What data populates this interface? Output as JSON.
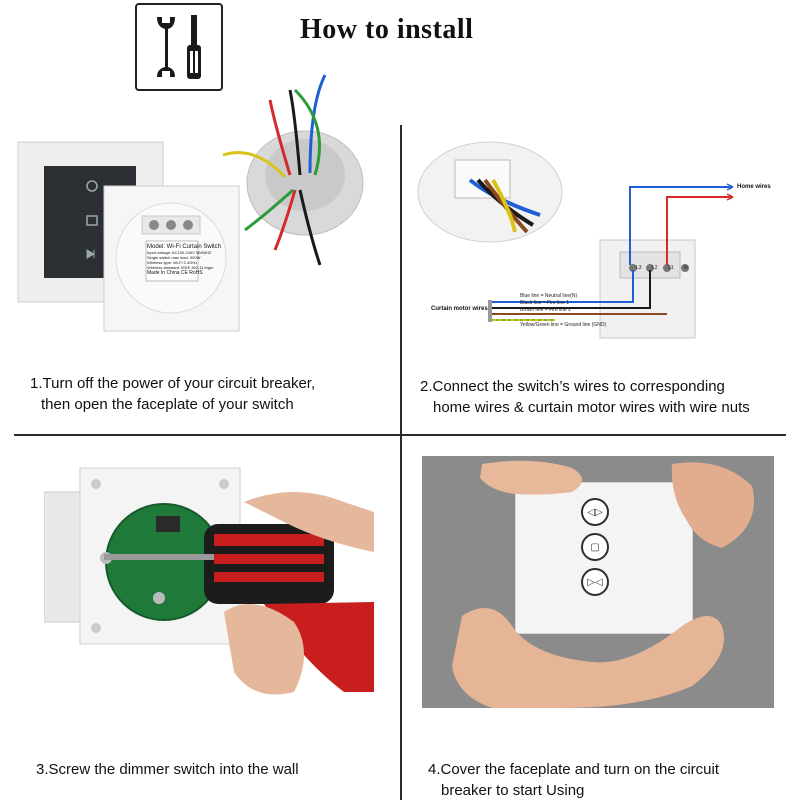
{
  "header": {
    "title": "How to install",
    "icon": "wrench-screwdriver-icon"
  },
  "steps": [
    {
      "line1": "1.Turn off the power of your circuit breaker,",
      "line2": "then open the faceplate of your switch"
    },
    {
      "line1": "2.Connect the switch’s wires to corresponding",
      "line2": "home wires & curtain motor wires with wire nuts"
    },
    {
      "line1": "3.Screw the dimmer switch into the wall"
    },
    {
      "line1": "4.Cover the faceplate and turn on the circuit",
      "line2": "breaker to start Using"
    }
  ],
  "diagram": {
    "home_wires": "Home wires",
    "curtain_motor_wires": "Curtain motor wires",
    "terminals": [
      "L1",
      "L2",
      "L3",
      "N"
    ],
    "wire_labels": [
      "Blue line = Neutral line(N)",
      "Black line = Fire line 1",
      "Brown line = Fire line 2",
      "Yellow/Green line = Ground line (GND)"
    ]
  },
  "switch_back_label": {
    "lines": [
      "Model: Wi-Fi Curtain Switch",
      "Input voltage: AC100-240V 50/60HZ",
      "Single switch max load: 300W",
      "Wireless type: Wi-Fi 2.4GHz",
      "Wireless standard: IEEE 802.11 b/g/n",
      "Made In China   CE RoHS"
    ]
  },
  "colors": {
    "wire_blue": "#1f5fd6",
    "wire_red": "#d62a2a",
    "wire_brown": "#8a4a1e",
    "wire_yellow": "#d9c21a",
    "wire_green": "#2e9b3a",
    "wire_black": "#1a1a1a",
    "pcb_green": "#1f7a3a",
    "tool_red": "#c81e1e"
  }
}
